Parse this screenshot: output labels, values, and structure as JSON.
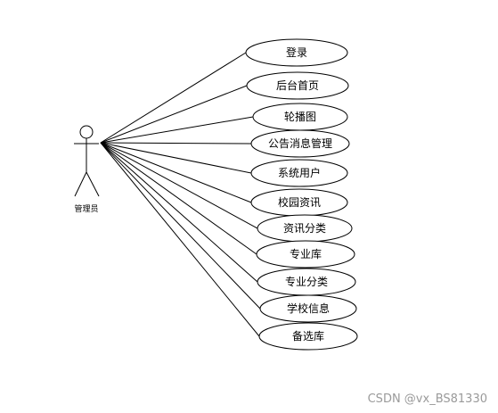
{
  "actor": {
    "label": "管理员",
    "icon": "stick-figure-icon"
  },
  "use_cases": [
    {
      "label": "登录"
    },
    {
      "label": "后台首页"
    },
    {
      "label": "轮播图"
    },
    {
      "label": "公告消息管理"
    },
    {
      "label": "系统用户"
    },
    {
      "label": "校园资讯"
    },
    {
      "label": "资讯分类"
    },
    {
      "label": "专业库"
    },
    {
      "label": "专业分类"
    },
    {
      "label": "学校信息"
    },
    {
      "label": "备选库"
    }
  ],
  "watermark": "CSDN @vx_BS81330",
  "colors": {
    "stroke": "#000000",
    "background": "#ffffff",
    "watermark": "#9a9a9a"
  }
}
